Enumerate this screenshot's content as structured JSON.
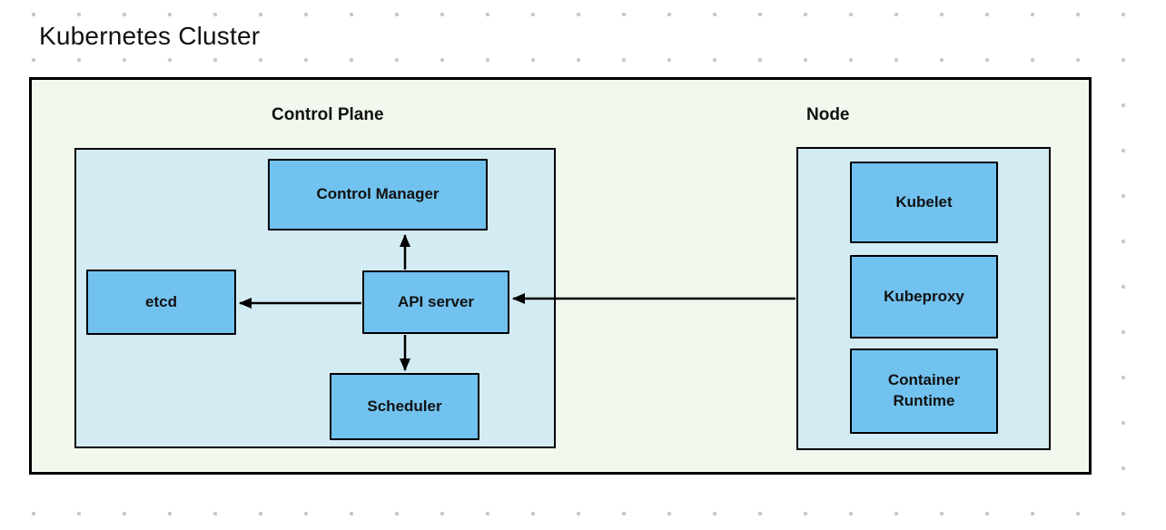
{
  "title": "Kubernetes Cluster",
  "sections": {
    "control_plane": "Control Plane",
    "node": "Node"
  },
  "components": {
    "control_manager": "Control Manager",
    "etcd": "etcd",
    "api_server": "API server",
    "scheduler": "Scheduler",
    "kubelet": "Kubelet",
    "kubeproxy": "Kubeproxy",
    "container_runtime": "Container Runtime"
  },
  "connections": [
    {
      "from": "API server",
      "to": "Control Manager",
      "type": "arrow",
      "direction": "up"
    },
    {
      "from": "API server",
      "to": "etcd",
      "type": "arrow",
      "direction": "left"
    },
    {
      "from": "API server",
      "to": "Scheduler",
      "type": "arrow",
      "direction": "down"
    },
    {
      "from": "Node",
      "to": "API server",
      "type": "arrow",
      "direction": "left"
    }
  ],
  "colors": {
    "cluster_fill": "#f1f9ef",
    "container_fill": "#d3ebf2",
    "box_fill": "#72c2ef",
    "border": "#000000",
    "text": "#111111",
    "dot": "#c8c8c8"
  }
}
